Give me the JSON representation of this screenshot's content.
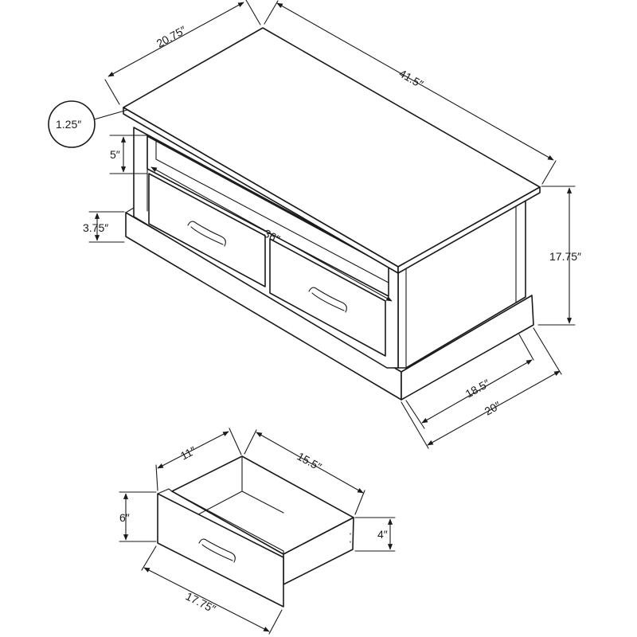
{
  "diagram": {
    "stroke_color": "#1a1a1a",
    "background": "#ffffff",
    "dimensions": {
      "top_depth": "20.75″",
      "top_width": "41.5″",
      "top_thickness": "1.25″",
      "shelf_opening": "5″",
      "base_height": "3.75″",
      "inner_width": "36″",
      "overall_height": "17.75″",
      "inner_depth": "18.5″",
      "base_depth": "20″"
    },
    "drawer": {
      "depth": "11″",
      "inner_width": "15.5″",
      "front_height": "6″",
      "side_height": "4″",
      "front_width": "17.75″"
    }
  }
}
